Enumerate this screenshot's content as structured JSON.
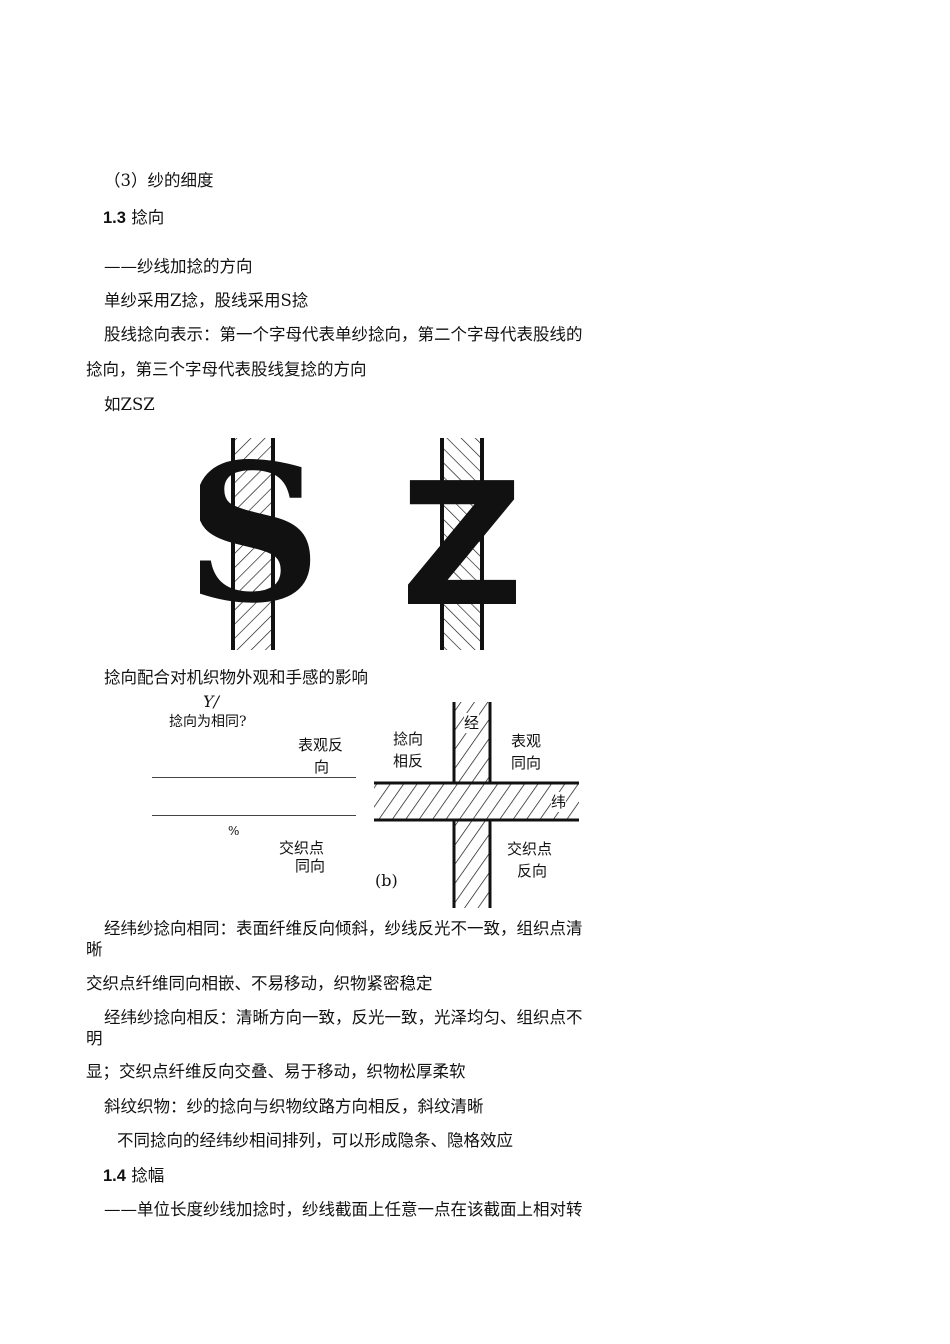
{
  "paragraphs": {
    "yarn_fineness": "（3）纱的细度",
    "sec_1_3_num": "1.3",
    "sec_1_3_title": "捻向",
    "twist_def": "——纱线加捻的方向",
    "single_ply": "单纱采用Z捻，股线采用S捻",
    "ply_notation_1": "股线捻向表示：第一个字母代表单纱捻向，第二个字母代表股线的",
    "ply_notation_2": "捻向，第三个字母代表股线复捻的方向",
    "example": "如ZSZ",
    "effect_heading": "捻向配合对机织物外观和手感的影响",
    "same_1": "经纬纱捻向相同：表面纤维反向倾斜，纱线反光不一致，组织点清",
    "same_2": "晰",
    "same_3": "交织点纤维同向相嵌、不易移动，织物紧密稳定",
    "opp_1": "经纬纱捻向相反：清晰方向一致，反光一致，光泽均匀、组织点不",
    "opp_2": "明",
    "opp_3": "显；交织点纤维反向交叠、易于移动，织物松厚柔软",
    "twill": "斜纹织物：纱的捻向与织物纹路方向相反，斜纹清晰",
    "stripes": "不同捻向的经纬纱相间排列，可以形成隐条、隐格效应",
    "sec_1_4_num": "1.4",
    "sec_1_4_title": "捻幅",
    "amplitude_def": "——单位长度纱线加捻时，纱线截面上任意一点在该截面上相对转"
  },
  "twist_figure": {
    "s_letter": "S",
    "z_letter": "Z"
  },
  "fabric_figure": {
    "yi_mark": "Y/",
    "left_q": "捻向为相同?",
    "left_surface_1": "表观反",
    "left_surface_2": "向",
    "percent_mark": "%",
    "left_cross_1": "交织点",
    "left_cross_2": "同向",
    "right_twist_1": "捻向",
    "right_twist_2": "相反",
    "warp": "经",
    "right_surface_1": "表观",
    "right_surface_2": "同向",
    "weft": "纬",
    "right_cross_1": "交织点",
    "right_cross_2": "反向",
    "caption": "(b)"
  }
}
